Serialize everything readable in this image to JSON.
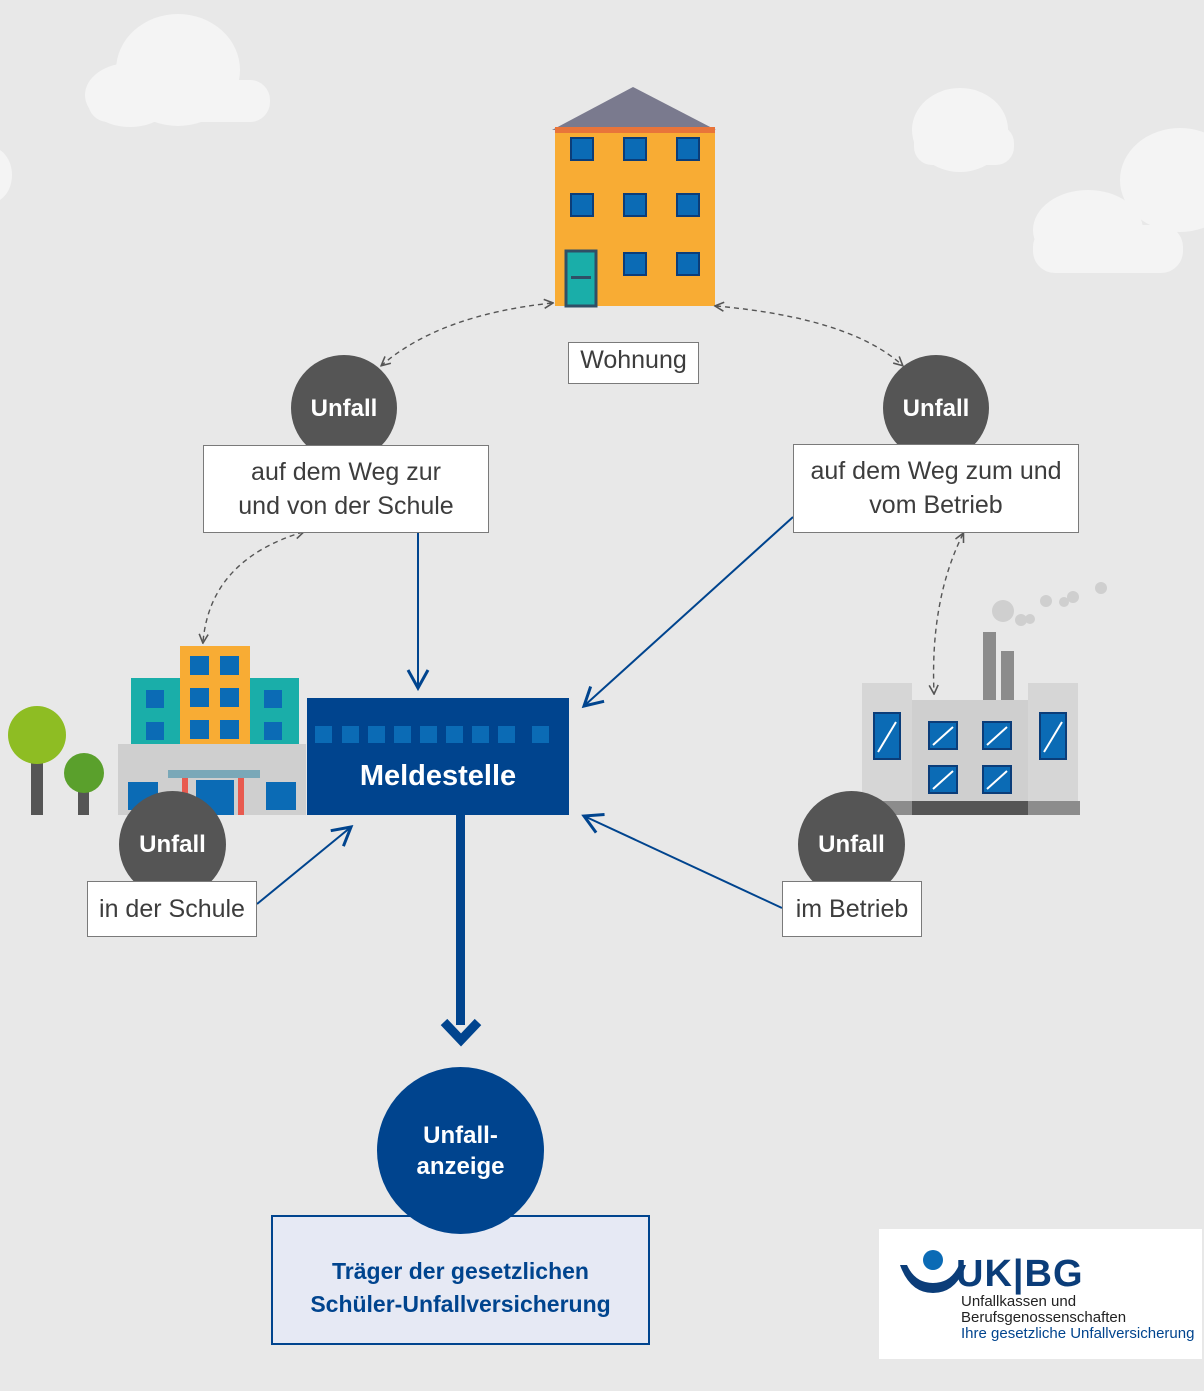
{
  "places": {
    "wohnung": "Wohnung"
  },
  "accidents": {
    "unfall_label": "Unfall",
    "weg_schule": [
      "auf dem Weg zur",
      "und von der Schule"
    ],
    "weg_betrieb": [
      "auf dem Weg zum und",
      "vom Betrieb"
    ],
    "in_schule": "in der Schule",
    "im_betrieb": "im Betrieb"
  },
  "meldestelle": "Meldestelle",
  "unfallanzeige": [
    "Unfall-",
    "anzeige"
  ],
  "traeger": [
    "Träger der gesetzlichen",
    "Schüler-Unfallversicherung"
  ],
  "logo": {
    "brand": "UK|BG",
    "line1": "Unfallkassen und",
    "line2": "Berufsgenossenschaften",
    "line3": "Ihre gesetzliche Unfallversicherung"
  },
  "colors": {
    "background": "#e8e8e8",
    "dark_blue": "#00448e",
    "circle_gray": "#555555",
    "orange": "#f8ac34",
    "teal": "#1aaea9"
  }
}
